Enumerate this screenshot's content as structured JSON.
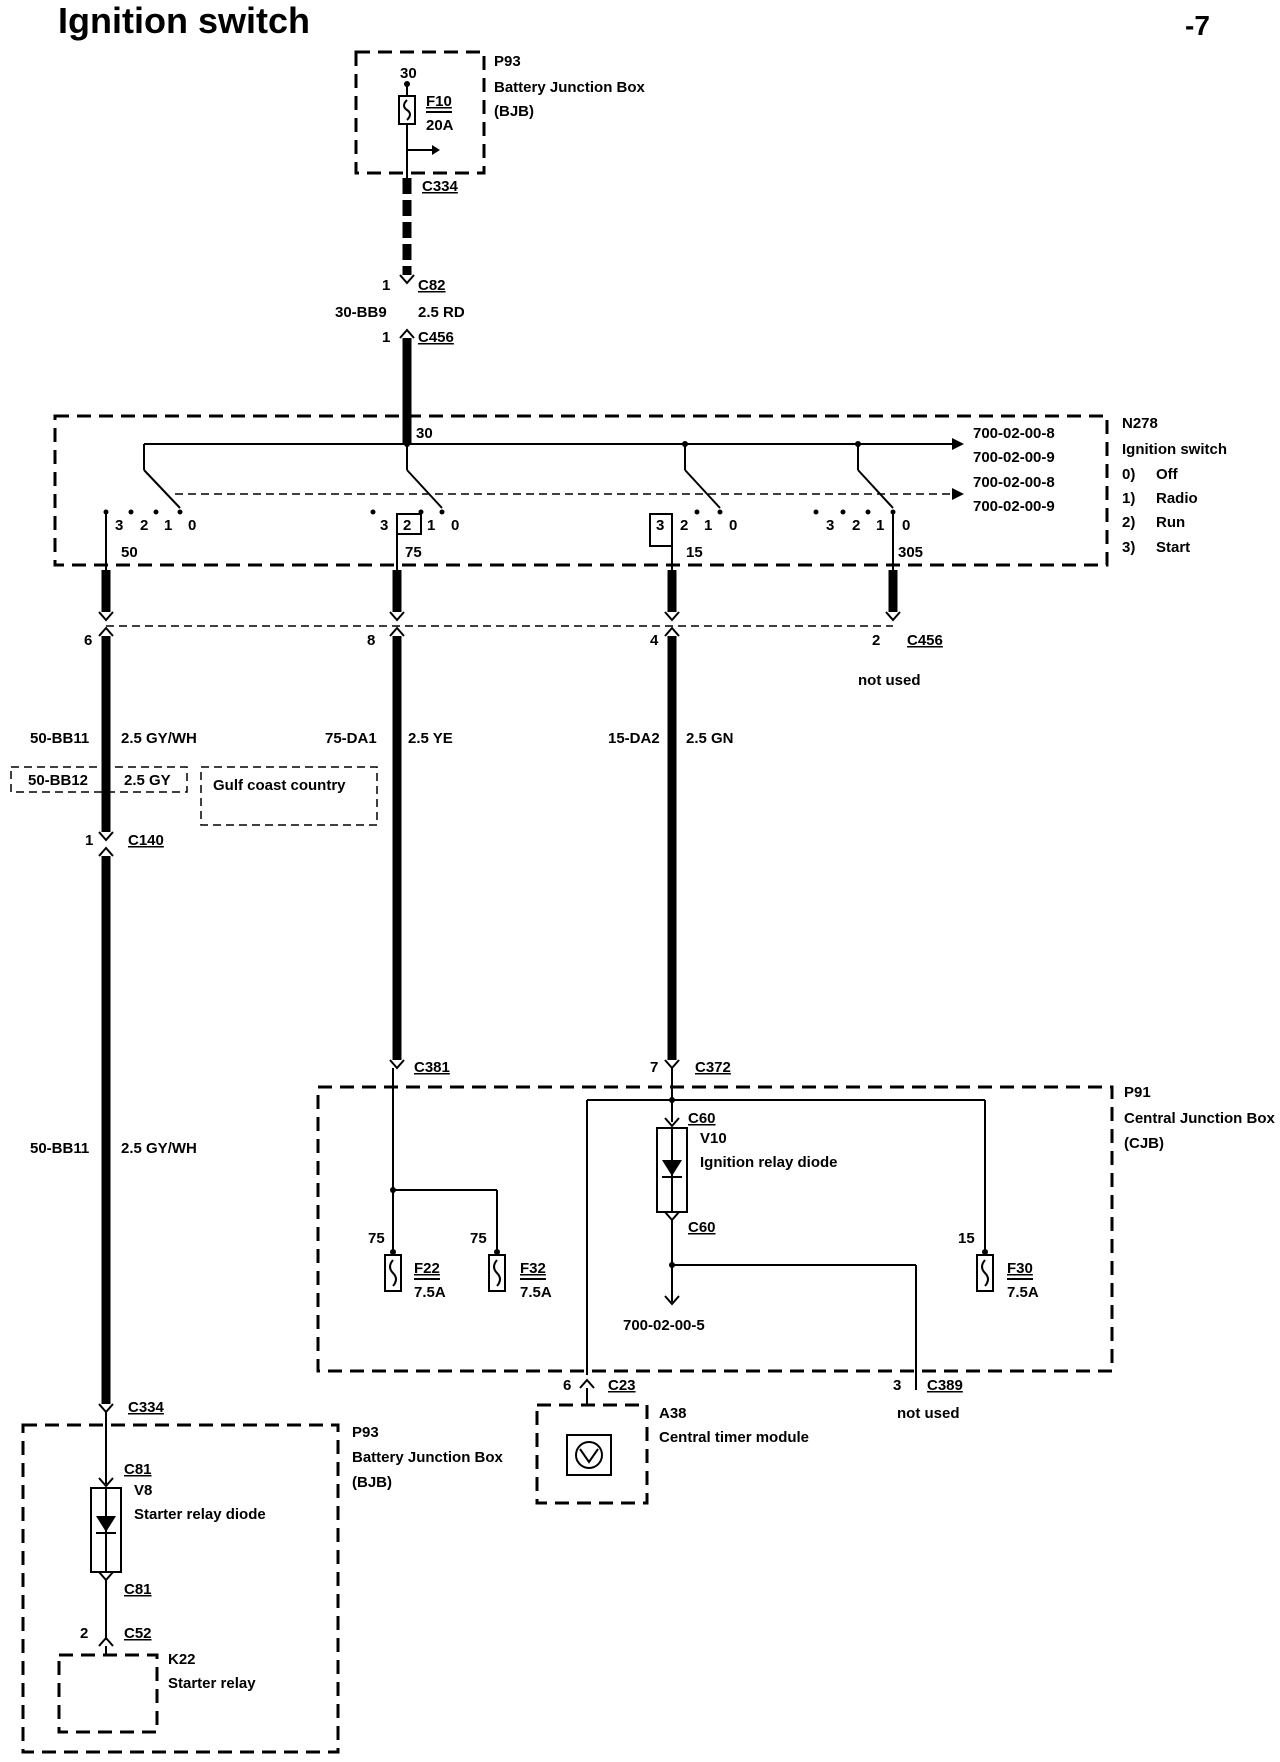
{
  "title": "Ignition switch",
  "page_number": "-7",
  "bjb_top": {
    "ref": "P93",
    "name": "Battery Junction Box",
    "abbr": "(BJB)",
    "pin": "30",
    "fuse": "F10",
    "fuse_rating": "20A",
    "connector": "C334"
  },
  "feed_wire": {
    "pin_top": "1",
    "conn_top": "C82",
    "circuit": "30-BB9",
    "spec": "2.5 RD",
    "pin_bottom": "1",
    "conn_bottom": "C456"
  },
  "ignition_switch": {
    "ref": "N278",
    "name": "Ignition switch",
    "input_pin": "30",
    "refs": [
      "700-02-00-8",
      "700-02-00-9",
      "700-02-00-8",
      "700-02-00-9"
    ],
    "positions": [
      {
        "num": "0)",
        "label": "Off"
      },
      {
        "num": "1)",
        "label": "Radio"
      },
      {
        "num": "2)",
        "label": "Run"
      },
      {
        "num": "3)",
        "label": "Start"
      }
    ],
    "contact_labels": {
      "p3": "3",
      "p2": "2",
      "p1": "1",
      "p0": "0"
    },
    "outputs": [
      {
        "pin": "50"
      },
      {
        "pin": "75"
      },
      {
        "pin": "15"
      },
      {
        "pin": "305"
      }
    ]
  },
  "c456_row": {
    "pins": [
      "6",
      "8",
      "4",
      "2"
    ],
    "connector": "C456",
    "not_used": "not used"
  },
  "wires": {
    "w50": {
      "circuit": "50-BB11",
      "spec": "2.5 GY/WH"
    },
    "w50_alt": {
      "circuit": "50-BB12",
      "spec": "2.5 GY",
      "note": "Gulf coast country"
    },
    "w75": {
      "circuit": "75-DA1",
      "spec": "2.5 YE"
    },
    "w15": {
      "circuit": "15-DA2",
      "spec": "2.5 GN"
    },
    "w50_lower": {
      "circuit": "50-BB11",
      "spec": "2.5 GY/WH"
    }
  },
  "c140": {
    "pin": "1",
    "connector": "C140"
  },
  "cjb": {
    "ref": "P91",
    "name": "Central Junction Box",
    "abbr": "(CJB)",
    "conn_c381": "C381",
    "pin_c372": "7",
    "conn_c372": "C372",
    "diode_conn_top": "C60",
    "diode_ref": "V10",
    "diode_name": "Ignition relay diode",
    "diode_conn_bottom": "C60",
    "ref_out": "700-02-00-5",
    "fuses": [
      {
        "pin": "75",
        "fuse": "F22",
        "rating": "7.5A"
      },
      {
        "pin": "75",
        "fuse": "F32",
        "rating": "7.5A"
      },
      {
        "pin": "15",
        "fuse": "F30",
        "rating": "7.5A"
      }
    ],
    "c23_pin": "6",
    "c23": "C23",
    "c389_pin": "3",
    "c389": "C389",
    "not_used": "not used"
  },
  "ctm": {
    "ref": "A38",
    "name": "Central timer module"
  },
  "bjb_bottom": {
    "connector": "C334",
    "ref": "P93",
    "name": "Battery Junction Box",
    "abbr": "(BJB)",
    "diode_conn_top": "C81",
    "diode_ref": "V8",
    "diode_name": "Starter relay diode",
    "diode_conn_bottom": "C81",
    "relay_pin": "2",
    "relay_conn": "C52",
    "relay_ref": "K22",
    "relay_name": "Starter relay"
  }
}
